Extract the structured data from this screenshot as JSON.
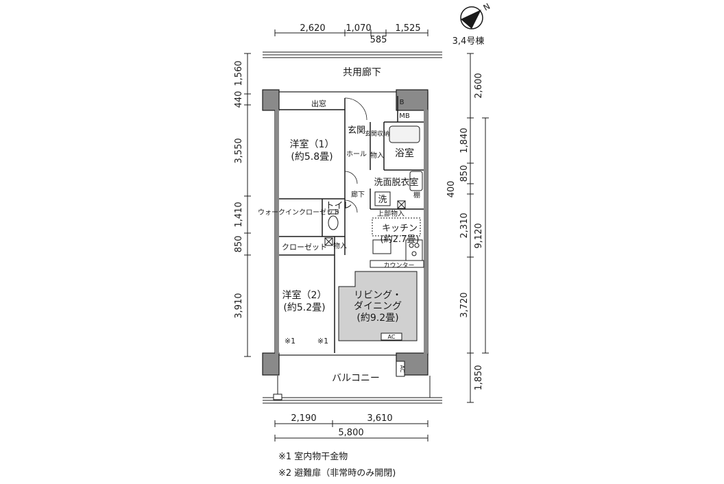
{
  "building": "3,4号棟",
  "compass": "N",
  "dimensions": {
    "top": [
      "2,620",
      "1,070",
      "1,525"
    ],
    "top_sub": "585",
    "bottom": [
      "2,190",
      "3,610"
    ],
    "bottom_total": "5,800",
    "left": [
      "1,560",
      "440",
      "3,550",
      "1,410",
      "850",
      "3,910"
    ],
    "right": [
      "2,600",
      "1,840",
      "850",
      "400",
      "2,310",
      "3,720",
      "1,850"
    ],
    "right_total": "9,120"
  },
  "rooms": {
    "corridor": "共用廊下",
    "bay_window": "出窓",
    "western1_name": "洋室（1）",
    "western1_size": "(約5.8畳)",
    "entrance": "玄関",
    "entry_storage": "玄関収納",
    "hall": "ホール",
    "storage": "物入",
    "bath": "浴室",
    "b": "B",
    "mb": "MB",
    "washroom": "洗面脱衣室",
    "hallway": "廊下",
    "washer": "洗",
    "shelf": "棚",
    "walk_in": "ウォークインクローゼット",
    "toilet": "トイレ",
    "upper_storage": "上部物入",
    "kitchen_name": "キッチン",
    "kitchen_size": "(約2.7畳)",
    "closet": "クローゼット",
    "counter": "カウンター",
    "western2_name": "洋室（2）",
    "western2_size": "(約5.2畳)",
    "ldk_line1": "リビング・",
    "ldk_line2": "ダイニング",
    "ldk_size": "(約9.2畳)",
    "ac": "AC",
    "mark1": "※1",
    "balcony": "バルコニー"
  },
  "notes": {
    "note1": "※1 室内物干金物",
    "note2": "※2 避難扉（非常時のみ開閉)"
  }
}
